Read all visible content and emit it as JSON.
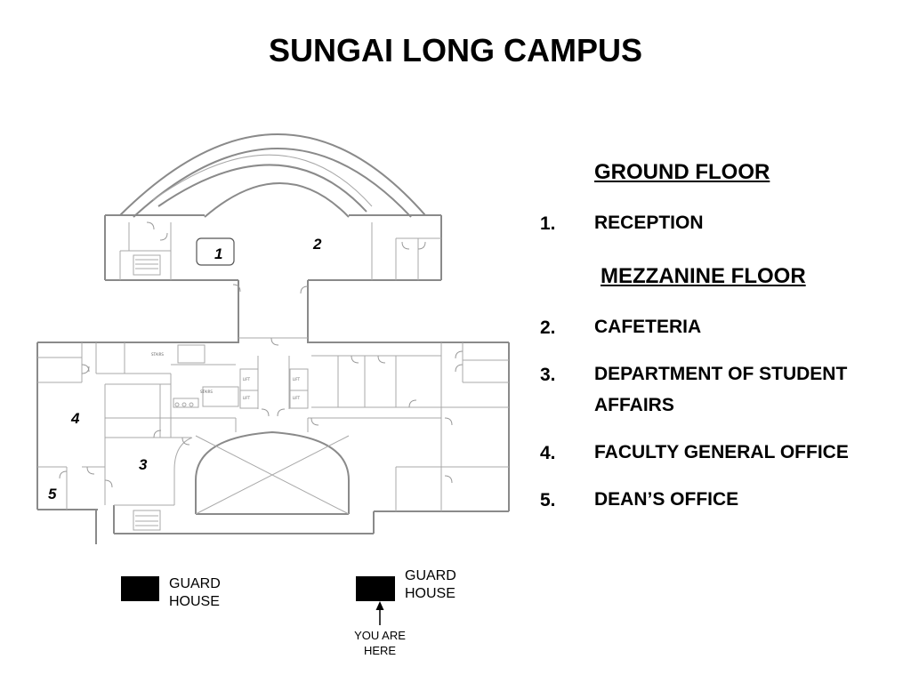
{
  "title": "SUNGAI LONG CAMPUS",
  "plan_labels": [
    "1",
    "2",
    "3",
    "4",
    "5"
  ],
  "legend": {
    "ground_heading": "GROUND FLOOR",
    "ground_items": [
      {
        "num": "1.",
        "label": "RECEPTION"
      }
    ],
    "mezzanine_heading": "MEZZANINE FLOOR",
    "mezzanine_items": [
      {
        "num": "2.",
        "label": "CAFETERIA"
      },
      {
        "num": "3.",
        "label": "DEPARTMENT OF STUDENT",
        "label2": "AFFAIRS"
      },
      {
        "num": "4.",
        "label": "FACULTY GENERAL OFFICE"
      },
      {
        "num": "5.",
        "label": "DEAN’S OFFICE"
      }
    ]
  },
  "guard_houses": [
    {
      "line1": "GUARD",
      "line2": "HOUSE"
    },
    {
      "line1": "GUARD",
      "line2": "HOUSE"
    }
  ],
  "you_are_here": {
    "line1": "YOU ARE",
    "line2": "HERE"
  },
  "colors": {
    "walls": "#8a8a8a",
    "text": "#000000",
    "guard_house_fill": "#000000"
  }
}
